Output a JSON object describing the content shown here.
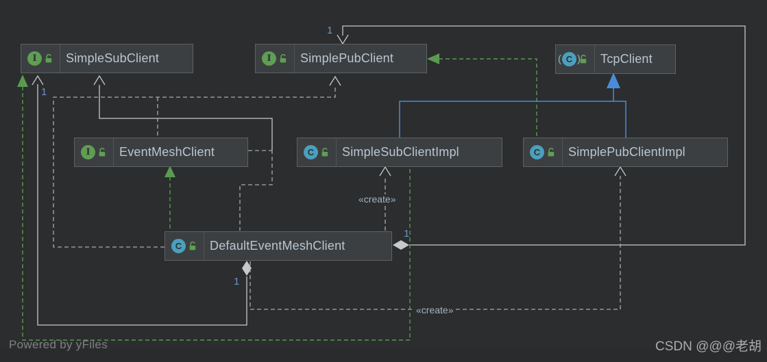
{
  "watermarks": {
    "powered_by": "Powered by yFiles",
    "site": "CSDN @@@老胡"
  },
  "diagram": {
    "classes": [
      {
        "name": "SimpleSubClient",
        "kind": "interface",
        "icon_letter": "I"
      },
      {
        "name": "SimplePubClient",
        "kind": "interface",
        "icon_letter": "I"
      },
      {
        "name": "TcpClient",
        "kind": "abstract class",
        "icon_letter": "C"
      },
      {
        "name": "EventMeshClient",
        "kind": "interface",
        "icon_letter": "I"
      },
      {
        "name": "SimpleSubClientImpl",
        "kind": "class",
        "icon_letter": "C"
      },
      {
        "name": "SimplePubClientImpl",
        "kind": "class",
        "icon_letter": "C"
      },
      {
        "name": "DefaultEventMeshClient",
        "kind": "class",
        "icon_letter": "C"
      }
    ],
    "labels": {
      "create": "«create»",
      "one": "1"
    },
    "edges": [
      {
        "from": "SimpleSubClientImpl",
        "to": "SimpleSubClient",
        "type": "implements"
      },
      {
        "from": "SimplePubClientImpl",
        "to": "SimplePubClient",
        "type": "implements"
      },
      {
        "from": "DefaultEventMeshClient",
        "to": "EventMeshClient",
        "type": "implements"
      },
      {
        "from": "SimpleSubClientImpl",
        "to": "TcpClient",
        "type": "extends"
      },
      {
        "from": "SimplePubClientImpl",
        "to": "TcpClient",
        "type": "extends"
      },
      {
        "from": "DefaultEventMeshClient",
        "to": "SimpleSubClient",
        "type": "aggregation",
        "multiplicity": "1"
      },
      {
        "from": "DefaultEventMeshClient",
        "to": "SimplePubClient",
        "type": "aggregation",
        "multiplicity": "1"
      },
      {
        "from": "DefaultEventMeshClient",
        "to": "SimpleSubClientImpl",
        "type": "create-dependency",
        "label": "«create»"
      },
      {
        "from": "DefaultEventMeshClient",
        "to": "SimplePubClientImpl",
        "type": "create-dependency",
        "label": "«create»"
      },
      {
        "from": "EventMeshClient",
        "to": "SimpleSubClient",
        "type": "dependency"
      },
      {
        "from": "EventMeshClient",
        "to": "SimplePubClient",
        "type": "dependency"
      }
    ],
    "colors": {
      "background": "#2b2d2e",
      "node_fill": "#3c3f41",
      "node_border": "#5f6264",
      "title_text": "#bac6d2",
      "implements_green": "#5b9a50",
      "extends_blue": "#4a8cdb",
      "edge_gray": "#c6c8c9",
      "dependency_gray": "#a9abac",
      "multiplicity_blue": "#6d95c7",
      "interface_icon_green": "#5f9e53",
      "class_icon_teal": "#4aa0bd"
    }
  }
}
